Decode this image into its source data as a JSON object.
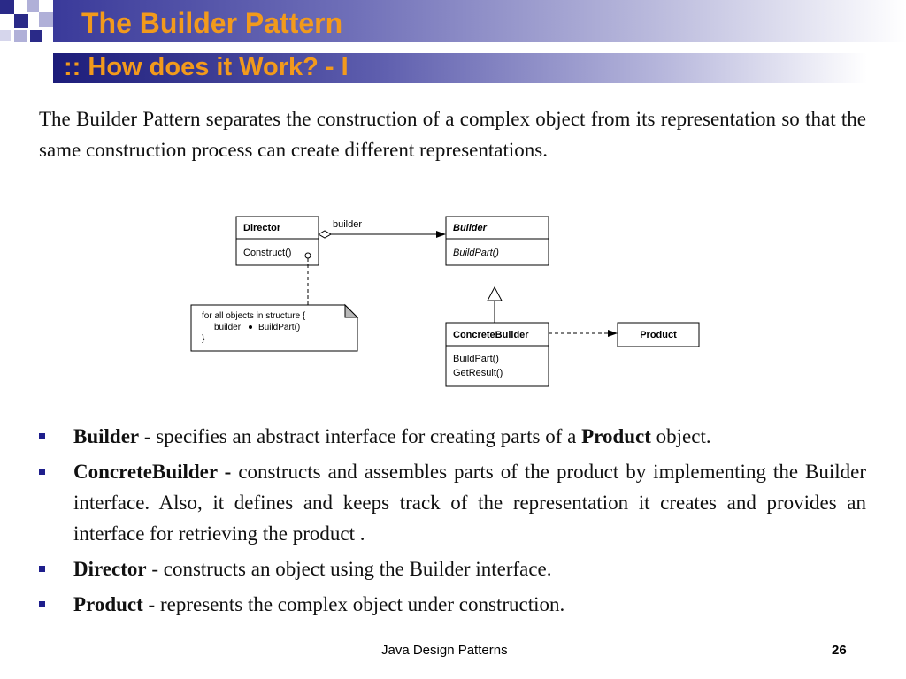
{
  "header": {
    "title": "The Builder Pattern",
    "subtitle": ":: How does it Work? - I"
  },
  "intro": "The Builder Pattern separates the construction of a complex object from its representation so that the same construction process can create different representations.",
  "diagram": {
    "director": {
      "name": "Director",
      "method": "Construct()"
    },
    "builder": {
      "name": "Builder",
      "method": "BuildPart()"
    },
    "concrete_builder": {
      "name": "ConcreteBuilder",
      "methods": [
        "BuildPart()",
        "GetResult()"
      ]
    },
    "product": {
      "name": "Product"
    },
    "association_label": "builder",
    "note_lines": [
      "for all objects in structure {",
      "builder",
      "BuildPart()",
      "}"
    ]
  },
  "bullets": [
    {
      "term": "Builder",
      "parts": [
        " - specifies an abstract interface for creating parts of a ",
        "Product",
        " object."
      ]
    },
    {
      "term": "ConcreteBuilder -",
      "text": " constructs and assembles parts of the product by implementing the Builder interface. Also, it defines and keeps track of the representation it creates and provides an interface for retrieving the product ."
    },
    {
      "term": "Director",
      "text": " - constructs an object using the Builder interface."
    },
    {
      "term": "Product",
      "text": " - represents the complex object under construction."
    }
  ],
  "footer": {
    "left": "Java Design Patterns",
    "page_number": "26"
  },
  "colors": {
    "title_text": "#f29a1c",
    "bullet_marker": "#1e1e8c",
    "decoration_squares": "#2a2a88"
  }
}
